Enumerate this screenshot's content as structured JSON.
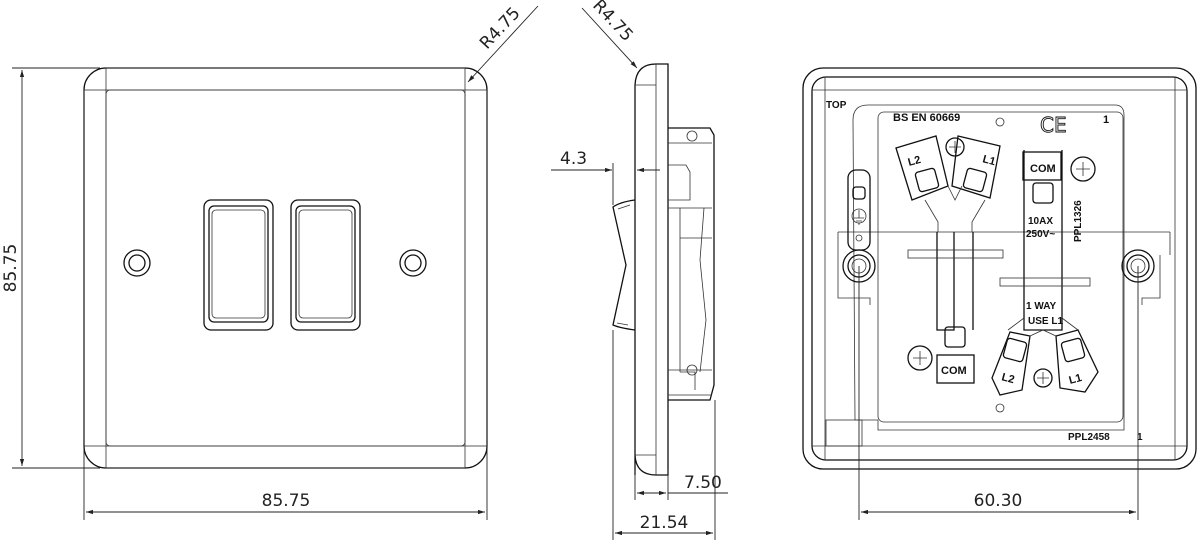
{
  "dimensions": {
    "front_height": "85.75",
    "front_width": "85.75",
    "front_radius": "R4.75",
    "side_radius": "R4.75",
    "rocker_projection": "4.3",
    "plate_depth": "7.50",
    "overall_depth": "21.54",
    "fixing_centres": "60.30"
  },
  "rear_labels": {
    "top": "TOP",
    "standard": "BS  EN 60669",
    "ce_mark": "CE",
    "rev_top": "1",
    "terminal_l2_top": "L2",
    "terminal_l1_top": "L1",
    "terminal_com_top": "COM",
    "rating_current": "10AX",
    "rating_voltage": "250V~",
    "part_vertical": "PPL1326",
    "one_way": "1 WAY",
    "use_l1": "USE L1",
    "terminal_com_bottom": "COM",
    "terminal_l2_bottom": "L2",
    "terminal_l1_bottom": "L1",
    "part_number": "PPL2458",
    "rev_bottom": "1"
  }
}
